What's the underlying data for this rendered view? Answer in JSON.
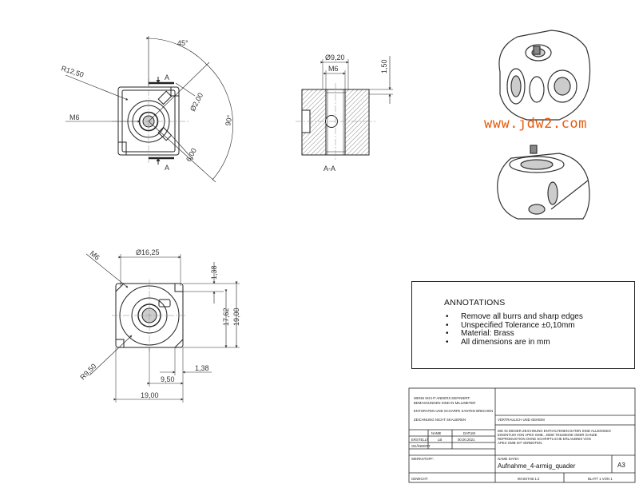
{
  "watermark": "www.jdw2.com",
  "annotations": {
    "title": "ANNOTATIONS",
    "items": [
      "Remove all burrs and sharp edges",
      "Unspecified Tolerance ±0,10mm",
      "Material: Brass",
      "All dimensions are in mm"
    ]
  },
  "front_view": {
    "section_marker_top": "A",
    "section_marker_bottom": "A",
    "dims": {
      "angle": "45°",
      "radius": "R12,50",
      "thread": "M6",
      "hole_dia": "Ø2,00",
      "arc_angle": "90°",
      "offset": "6,00"
    }
  },
  "section_view": {
    "label": "A-A",
    "dims": {
      "dia": "Ø9,20",
      "thread": "M6",
      "depth": "1,50"
    }
  },
  "bottom_view": {
    "dims": {
      "thread": "M6",
      "dia": "Ø16,25",
      "chamfer": "1,38",
      "height_inner": "17,62",
      "height": "19,00",
      "radius": "R9,50",
      "offset": "9,50",
      "chamfer_h": "1,38",
      "width": "19,00"
    }
  },
  "title_block": {
    "notes": [
      "WENN NICHT ANDERS DEFINIERT:",
      "BEMASSUNGEN SIND IN MILLIMETER",
      "ENTGRATEN UND SCHARFE KANTEN BRECHEN",
      "ZEICHNUNG NICHT SKALIEREN"
    ],
    "col_name": "NAME",
    "col_datum": "DATUM",
    "row_erstellt": "ERSTELLT",
    "row_erstellt_name": "LB",
    "row_erstellt_date": "00.00.2021",
    "row_geaendert": "GEÄNDERT",
    "werkstoff_label": "WERKSTOFF:",
    "confidential_label": "VERTRAULICH UND GEHEIM",
    "confidential_text": [
      "DIE IN DIESER ZEICHNUNG ENTHALTENEN DATEN SIND ALLEINIGES",
      "EIGENTUM VON APEX GMB.. JEDE TEILWEISE ODER GANZE",
      "REPRODUKTION OHNE SCHRIFTLICHE ERLAUBNIS VON",
      "APEX GMB IST VERBOTEN."
    ],
    "name_label": "NAME DATEI:",
    "file_name": "Aufnahme_4-armig_quader",
    "size": "A3",
    "gewicht": "GEWICHT:",
    "massstab": "MASSTAB  1:2",
    "blatt": "BLATT 1 VON 1"
  }
}
